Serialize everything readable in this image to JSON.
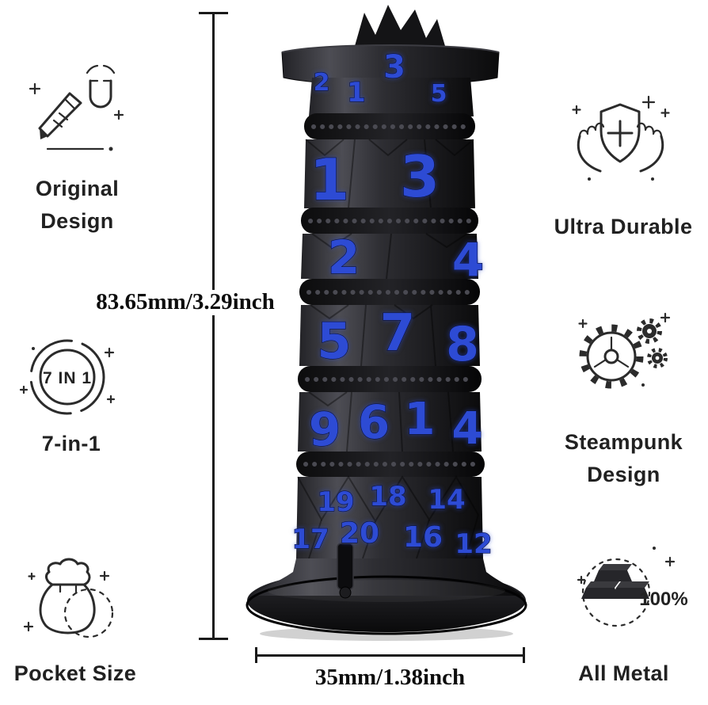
{
  "colors": {
    "number_blue": "#2d4bd4",
    "metal_dark": "#17171a",
    "line_art": "#2b2b2b",
    "text": "#212121"
  },
  "dimensions": {
    "height_label": "83.65mm/3.29inch",
    "width_label": "35mm/1.38inch"
  },
  "features": {
    "original_design": {
      "line1": "Original",
      "line2": "Design"
    },
    "seven_in_one": {
      "icon_text": "7 IN 1",
      "label": "7-in-1"
    },
    "pocket_size": {
      "label": "Pocket Size"
    },
    "ultra_durable": {
      "label": "Ultra Durable"
    },
    "steampunk_design": {
      "line1": "Steampunk",
      "line2": "Design"
    },
    "all_metal": {
      "label": "All Metal",
      "icon_text": "100%"
    }
  },
  "dice": {
    "top_numbers": [
      "2",
      "1",
      "3",
      "5"
    ],
    "row1": [
      "1",
      "3"
    ],
    "row2": [
      "2",
      "4"
    ],
    "row3": [
      "5",
      "7",
      "8"
    ],
    "row4": [
      "9",
      "6",
      "1",
      "4"
    ],
    "row5_upper": [
      "19",
      "18",
      "14"
    ],
    "row5_lower": [
      "17",
      "20",
      "16",
      "12"
    ]
  }
}
